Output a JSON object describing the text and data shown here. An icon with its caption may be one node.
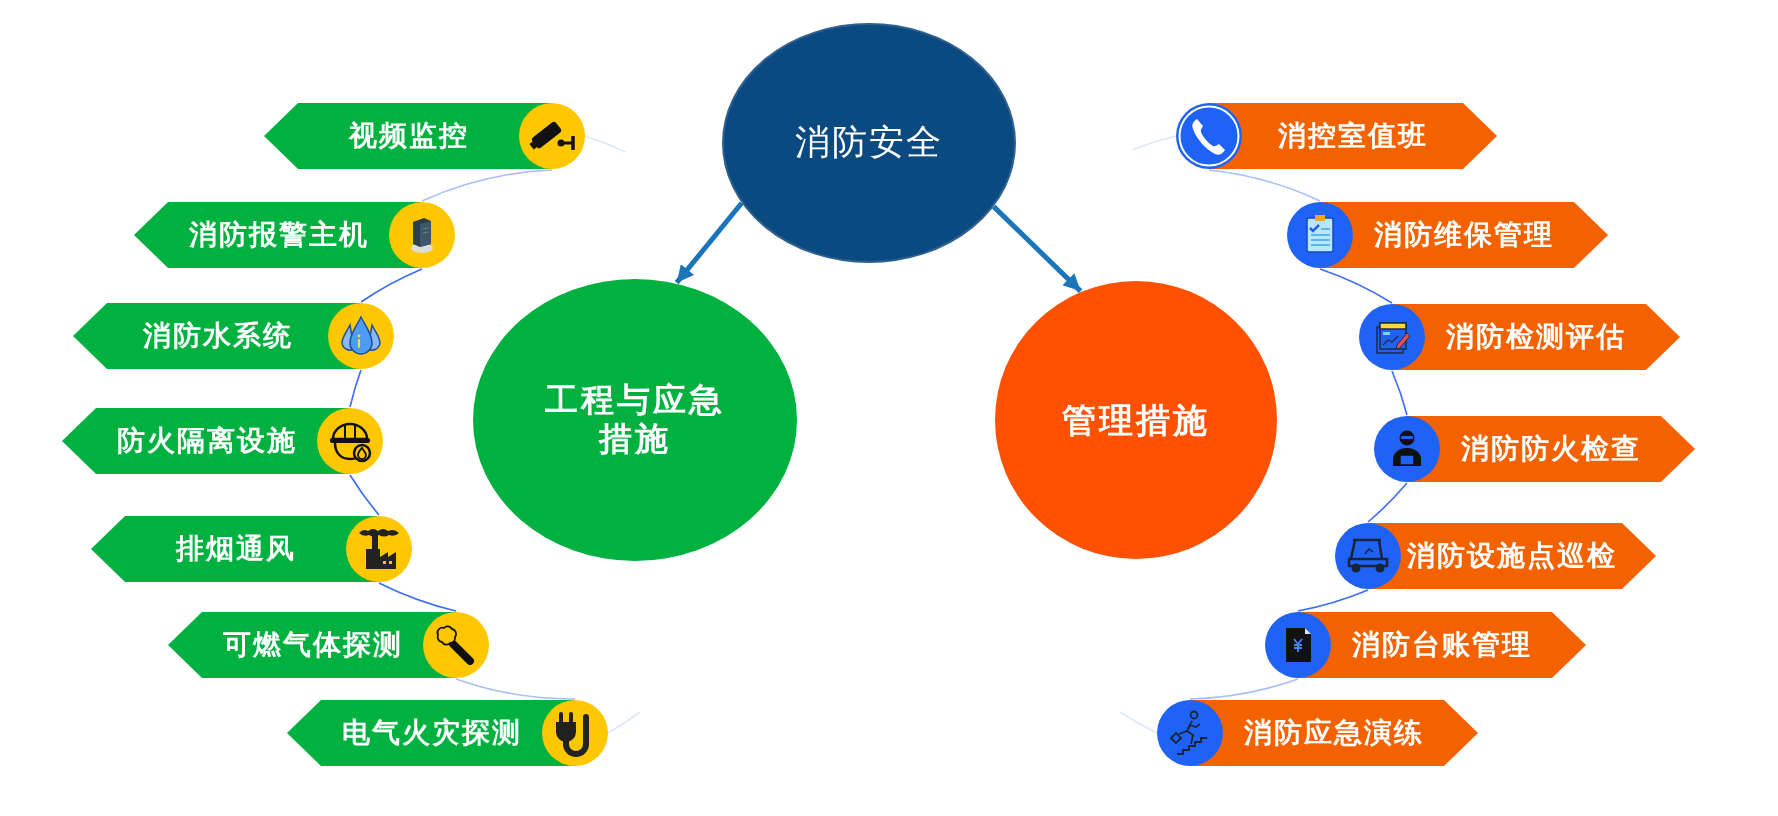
{
  "diagram": {
    "nodes": [
      {
        "text": [
          "消防安全"
        ]
      },
      {
        "text": [
          "工程与应急措施"
        ]
      },
      {
        "text": [
          "管理措施"
        ]
      },
      {
        "text": [
          "视频监控"
        ]
      },
      {
        "text": [
          "消防报警主机"
        ]
      },
      {
        "text": [
          "消防水系统"
        ]
      },
      {
        "text": [
          "防火隔离设施"
        ]
      },
      {
        "text": [
          "排烟通风"
        ]
      },
      {
        "text": [
          "可燃气体探测"
        ]
      },
      {
        "text": [
          "电气火灾探测"
        ]
      },
      {
        "text": [
          "消控室值班"
        ]
      },
      {
        "text": [
          "消防维保管理"
        ]
      },
      {
        "text": [
          "消防检测评估"
        ]
      },
      {
        "text": [
          "消防防火检查"
        ]
      },
      {
        "text": [
          "消防设施点巡检"
        ]
      },
      {
        "text": [
          "消防台账管理"
        ]
      },
      {
        "text": [
          "消防应急演练"
        ]
      }
    ],
    "edges": [
      {
        "from": 0,
        "to": 1,
        "arrow": "to",
        "style": "thick",
        "color": "#1a75bb"
      },
      {
        "from": 0,
        "to": 2,
        "arrow": "to",
        "style": "thick",
        "color": "#1a75bb"
      },
      {
        "from": 3,
        "to": null,
        "arrow": "none",
        "color": "#dfe7fb"
      },
      {
        "from": 3,
        "to": 4,
        "arrow": "none",
        "color": "#a9bdf6"
      },
      {
        "from": 4,
        "to": 5,
        "arrow": "none"
      },
      {
        "from": 5,
        "to": 6,
        "arrow": "none"
      },
      {
        "from": 6,
        "to": 7,
        "arrow": "none"
      },
      {
        "from": 7,
        "to": 8,
        "arrow": "none"
      },
      {
        "from": 8,
        "to": 9,
        "arrow": "none",
        "color": "#a9bdf6"
      },
      {
        "from": 9,
        "to": null,
        "arrow": "none",
        "color": "#dfe7fb"
      },
      {
        "from": 10,
        "to": null,
        "arrow": "none",
        "color": "#dfe7fb"
      },
      {
        "from": 10,
        "to": 11,
        "arrow": "none",
        "color": "#a9bdf6"
      },
      {
        "from": 11,
        "to": 12,
        "arrow": "none"
      },
      {
        "from": 12,
        "to": 13,
        "arrow": "none"
      },
      {
        "from": 13,
        "to": 14,
        "arrow": "none"
      },
      {
        "from": 14,
        "to": 15,
        "arrow": "none"
      },
      {
        "from": 15,
        "to": 16,
        "arrow": "none",
        "color": "#a9bdf6"
      },
      {
        "from": 16,
        "to": null,
        "arrow": "none",
        "color": "#dfe7fb"
      }
    ]
  }
}
